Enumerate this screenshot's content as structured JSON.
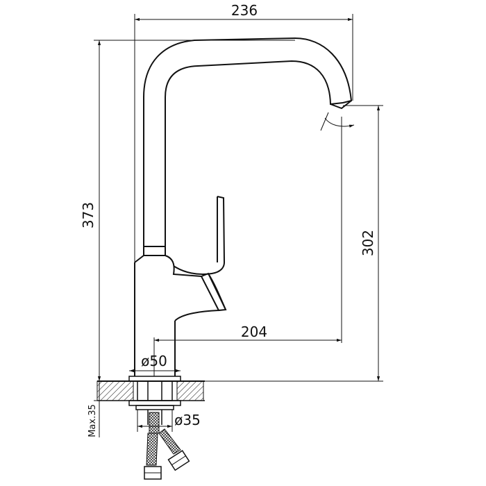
{
  "drawing": {
    "dimensions": {
      "overall_width": "236",
      "overall_height": "373",
      "spout_height": "302",
      "spout_reach": "204",
      "base_diameter": "ø50",
      "shank_diameter": "ø35",
      "max_deck_thickness": "Max.35"
    },
    "colors": {
      "line": "#111111",
      "background": "#ffffff"
    }
  }
}
